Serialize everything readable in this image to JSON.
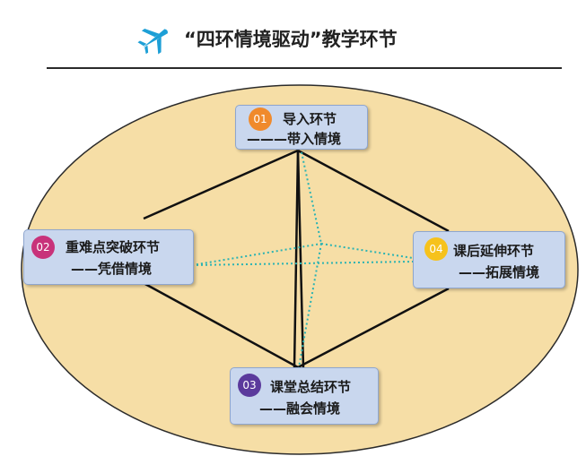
{
  "header": {
    "title": "“四环情境驱动”教学环节",
    "icon": "airplane-icon"
  },
  "nodes": [
    {
      "badge": "01",
      "title": "导入环节",
      "subtitle": "———带入情境",
      "badge_color": "#f08a2c"
    },
    {
      "badge": "02",
      "title": "重难点突破环节",
      "subtitle": "——凭借情境",
      "badge_color": "#c8327a"
    },
    {
      "badge": "03",
      "title": "课堂总结环节",
      "subtitle": "——融会情境",
      "badge_color": "#5b3a9c"
    },
    {
      "badge": "04",
      "title": "课后延伸环节",
      "subtitle": "——拓展情境",
      "badge_color": "#f6c21c"
    }
  ],
  "colors": {
    "ellipse_fill": "#f6dea6",
    "ellipse_stroke": "#2b2b2b",
    "node_fill": "#c9d7ee",
    "dotted_line": "#2bb3b3",
    "solid_line": "#111111"
  }
}
